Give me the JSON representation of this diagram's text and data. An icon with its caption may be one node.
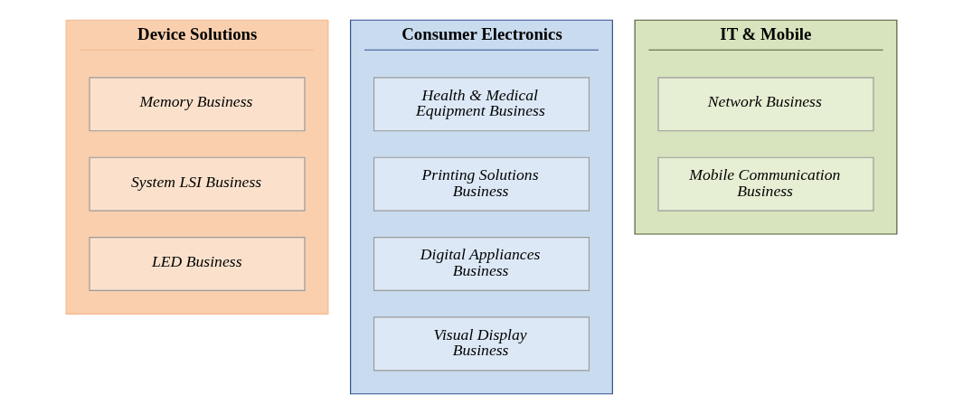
{
  "diagram": {
    "nodes": [
      {
        "text": [
          "Device Solutions"
        ]
      },
      {
        "text": [
          "Memory Business"
        ],
        "in": 0
      },
      {
        "text": [
          "System LSI Business"
        ],
        "in": 0
      },
      {
        "text": [
          "LED Business"
        ],
        "in": 0
      },
      {
        "text": [
          "Consumer Electronics"
        ]
      },
      {
        "text": [
          "Health & Medical Equipment Business"
        ],
        "in": 4
      },
      {
        "text": [
          "Printing Solutions Business"
        ],
        "in": 4
      },
      {
        "text": [
          "Digital Appliances Business"
        ],
        "in": 4
      },
      {
        "text": [
          "Visual Display Business"
        ],
        "in": 4
      },
      {
        "text": [
          "IT & Mobile"
        ]
      },
      {
        "text": [
          "Network Business"
        ],
        "in": 9
      },
      {
        "text": [
          "Mobile Communication Business"
        ],
        "in": 9
      }
    ]
  }
}
